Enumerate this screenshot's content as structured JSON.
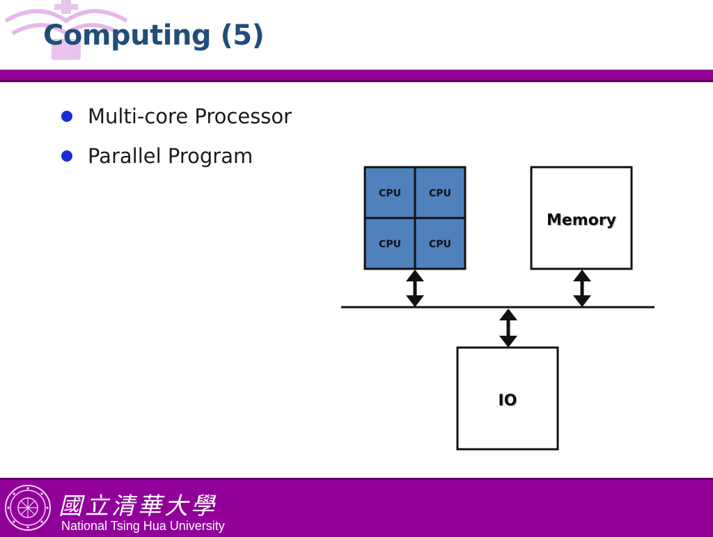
{
  "slide": {
    "title": "Computing (5)",
    "bullets": [
      {
        "text": "Multi-core Processor"
      },
      {
        "text": "Parallel Program"
      }
    ]
  },
  "diagram": {
    "cpu_cells": [
      "CPU",
      "CPU",
      "CPU",
      "CPU"
    ],
    "memory_label": "Memory",
    "io_label": "IO"
  },
  "footer": {
    "chinese_name": "國立清華大學",
    "english_name": "National Tsing Hua University"
  },
  "colors": {
    "title": "#1f4e79",
    "accent_bar": "#92009a",
    "cpu_fill": "#4f81bd",
    "bullet": "#1a2bd6"
  }
}
